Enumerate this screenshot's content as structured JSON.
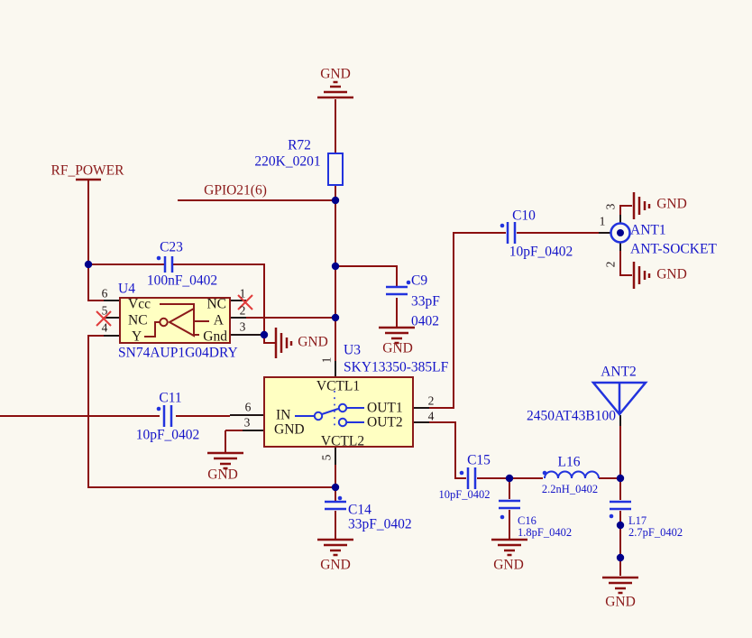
{
  "nets": {
    "rf_power": "RF_POWER",
    "gpio21": "GPIO21(6)",
    "gnd": "GND"
  },
  "components": {
    "r72": {
      "ref": "R72",
      "value": "220K_0201"
    },
    "c23": {
      "ref": "C23",
      "value": "100nF_0402"
    },
    "c9": {
      "ref": "C9",
      "value_line1": "33pF",
      "value_line2": "0402"
    },
    "c10": {
      "ref": "C10",
      "value": "10pF_0402"
    },
    "c11": {
      "ref": "C11",
      "value": "10pF_0402"
    },
    "c14": {
      "ref": "C14",
      "value": "33pF_0402"
    },
    "c15": {
      "ref": "C15",
      "value": "10pF_0402"
    },
    "c16": {
      "ref": "C16",
      "value": "1.8pF_0402"
    },
    "l16": {
      "ref": "L16",
      "value": "2.2nH_0402"
    },
    "l17": {
      "ref": "L17",
      "value": "2.7pF_0402"
    },
    "u4": {
      "ref": "U4",
      "part": "SN74AUP1G04DRY",
      "pins": {
        "p1": "1",
        "p2": "2",
        "p3": "3",
        "p4": "4",
        "p5": "5",
        "p6": "6"
      },
      "names": {
        "vcc": "Vcc",
        "nc_left": "NC",
        "y": "Y",
        "nc_right": "NC",
        "a": "A",
        "gnd": "Gnd"
      }
    },
    "u3": {
      "ref": "U3",
      "part": "SKY13350-385LF",
      "pins": {
        "p1": "1",
        "p2": "2",
        "p3": "3",
        "p4": "4",
        "p5": "5",
        "p6": "6"
      },
      "names": {
        "vctl1": "VCTL1",
        "vctl2": "VCTL2",
        "in": "IN",
        "gnd": "GND",
        "out1": "OUT1",
        "out2": "OUT2"
      }
    },
    "ant1": {
      "ref": "ANT1",
      "part": "ANT-SOCKET",
      "pins": {
        "p1": "1",
        "p2": "2",
        "p3": "3"
      }
    },
    "ant2": {
      "ref": "ANT2",
      "part": "2450AT43B100"
    }
  },
  "colors": {
    "background": "#FAF8F0",
    "wire": "#8B0F0F",
    "symbol_blue": "#2233DD",
    "designator_blue": "#1414C8",
    "net_red": "#8B1A1A",
    "body_fill": "#FFFFC2",
    "body_border": "#8B1A1A",
    "junction": "#00008B",
    "no_connect_x": "#E03B3B"
  }
}
